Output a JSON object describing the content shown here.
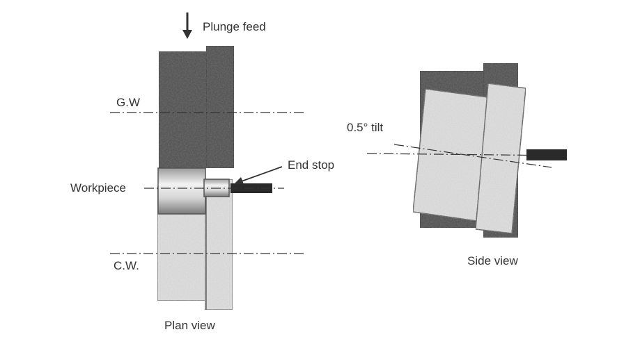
{
  "labels": {
    "plunge_feed": "Plunge feed",
    "gw": "G.W",
    "cw": "C.W.",
    "workpiece": "Workpiece",
    "end_stop": "End stop",
    "plan_view": "Plan view",
    "tilt": "0.5° tilt",
    "side_view": "Side view"
  },
  "colors": {
    "dark_wheel": "#565656",
    "light_wheel": "#dcdcdc",
    "line": "#333333",
    "end_stop": "#2a2a2a"
  }
}
